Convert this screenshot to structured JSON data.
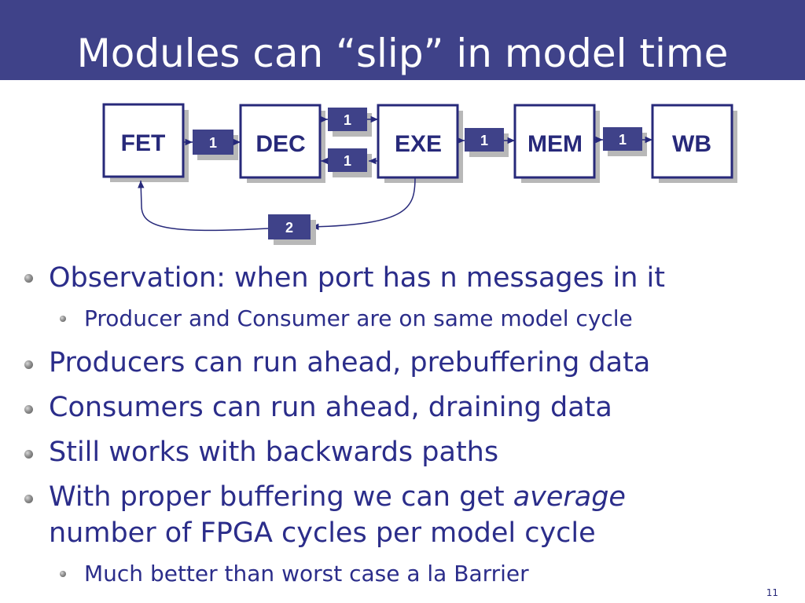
{
  "slide": {
    "title": "Modules can “slip” in model time",
    "page_number": "11"
  },
  "diagram": {
    "modules": [
      "FET",
      "DEC",
      "EXE",
      "MEM",
      "WB"
    ],
    "ports": {
      "fet_dec": "1",
      "dec_exe_forward": "1",
      "exe_dec_backward": "1",
      "exe_mem": "1",
      "mem_wb": "1",
      "exe_fet_backward": "2"
    },
    "colors": {
      "module_border": "#27297a",
      "port_fill": "#3f4289",
      "shadow": "#b8b8b8"
    }
  },
  "bullets": [
    {
      "level": 1,
      "text": "Observation: when port has n messages in it"
    },
    {
      "level": 2,
      "text": "Producer and Consumer are on same model cycle"
    },
    {
      "level": 1,
      "text": "Producers can run ahead, prebuffering data"
    },
    {
      "level": 1,
      "text": "Consumers can run ahead, draining data"
    },
    {
      "level": 1,
      "text": "Still works with backwards paths"
    },
    {
      "level": 1,
      "text_before": "With proper buffering we can get ",
      "text_emphasis": "average",
      "text_line2": "number of FPGA cycles per model cycle"
    },
    {
      "level": 2,
      "text": "Much better than worst case a la Barrier"
    }
  ]
}
